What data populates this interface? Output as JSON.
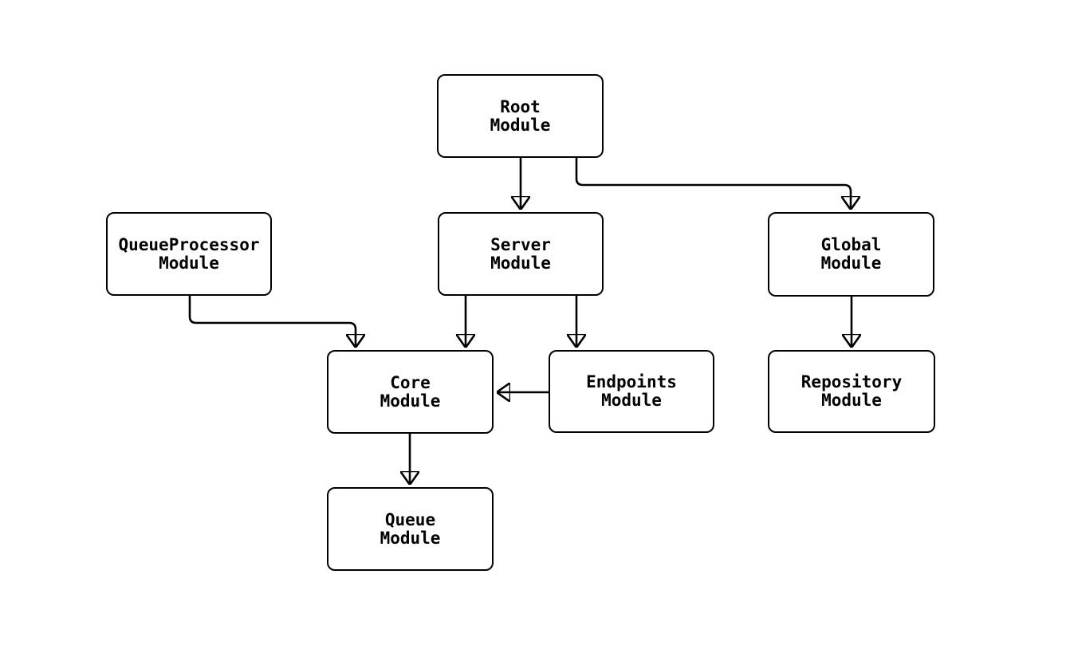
{
  "diagram": {
    "type": "flowchart-module-dependency-graph",
    "background_color": "#ffffff",
    "node_fill_color": "#ffffff",
    "stroke_color": "#000000",
    "text_color": "#000000",
    "nodes": {
      "root": {
        "label": "Root\nModule"
      },
      "queueprocessor": {
        "label": "QueueProcessor\nModule"
      },
      "server": {
        "label": "Server\nModule"
      },
      "global": {
        "label": "Global\nModule"
      },
      "core": {
        "label": "Core\nModule"
      },
      "endpoints": {
        "label": "Endpoints\nModule"
      },
      "repository": {
        "label": "Repository\nModule"
      },
      "queue": {
        "label": "Queue\nModule"
      }
    },
    "edges": [
      {
        "from": "Root Module",
        "to": "Server Module"
      },
      {
        "from": "Root Module",
        "to": "Global Module"
      },
      {
        "from": "QueueProcessor Module",
        "to": "Core Module"
      },
      {
        "from": "Server Module",
        "to": "Core Module"
      },
      {
        "from": "Server Module",
        "to": "Endpoints Module"
      },
      {
        "from": "Endpoints Module",
        "to": "Core Module"
      },
      {
        "from": "Global Module",
        "to": "Repository Module"
      },
      {
        "from": "Core Module",
        "to": "Queue Module"
      }
    ]
  }
}
